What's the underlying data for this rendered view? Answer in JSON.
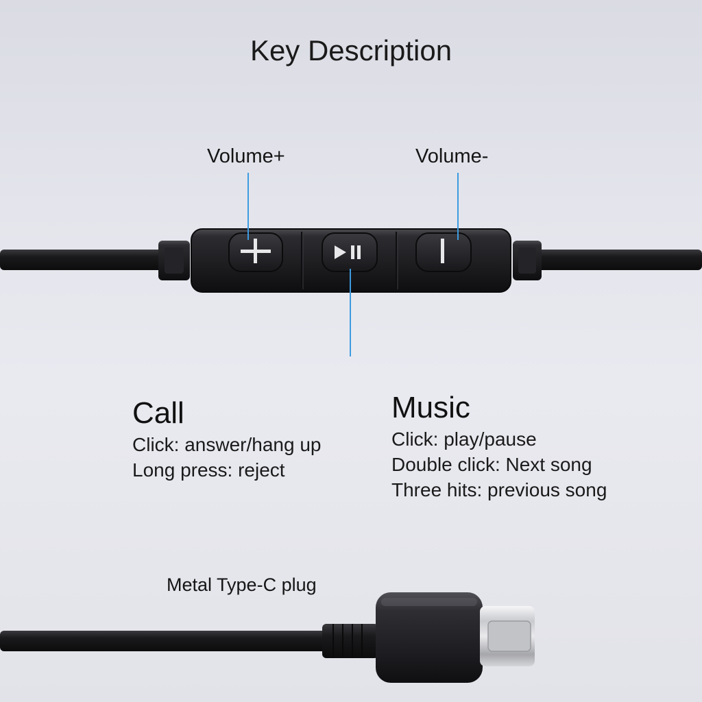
{
  "title": "Key Description",
  "labels": {
    "volume_plus": "Volume+",
    "volume_minus": "Volume-",
    "plug": "Metal Type-C plug"
  },
  "call": {
    "heading": "Call",
    "lines": [
      "Click: answer/hang up",
      "Long press: reject"
    ]
  },
  "music": {
    "heading": "Music",
    "lines": [
      "Click: play/pause",
      "Double click: Next song",
      "Three hits: previous song"
    ]
  },
  "colors": {
    "background": "#e4e5ec",
    "leader_line": "#3d9be0",
    "device": "#1f1f22",
    "cable": "#1a1a1c"
  },
  "icons": [
    "plus-icon",
    "play-pause-icon",
    "minus-icon"
  ]
}
